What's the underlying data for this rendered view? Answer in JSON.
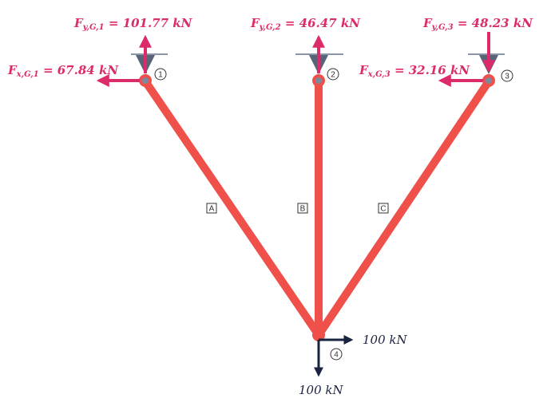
{
  "nodes": [
    {
      "id": "1",
      "label": "1"
    },
    {
      "id": "2",
      "label": "2"
    },
    {
      "id": "3",
      "label": "3"
    },
    {
      "id": "4",
      "label": "4"
    }
  ],
  "members": [
    {
      "id": "A",
      "label": "A",
      "from": "1",
      "to": "4"
    },
    {
      "id": "B",
      "label": "B",
      "from": "2",
      "to": "4"
    },
    {
      "id": "C",
      "label": "C",
      "from": "3",
      "to": "4"
    }
  ],
  "reactions": {
    "fy1": {
      "symbol": "F",
      "sub": "y,G,1",
      "text": " = 101.77 kN",
      "direction": "up"
    },
    "fx1": {
      "symbol": "F",
      "sub": "x,G,1",
      "text": " = 67.84 kN",
      "direction": "left"
    },
    "fy2": {
      "symbol": "F",
      "sub": "y,G,2",
      "text": " = 46.47 kN",
      "direction": "up"
    },
    "fy3": {
      "symbol": "F",
      "sub": "y,G,3",
      "text": " = 48.23 kN",
      "direction": "down"
    },
    "fx3": {
      "symbol": "F",
      "sub": "x,G,3",
      "text": " = 32.16 kN",
      "direction": "left"
    }
  },
  "loads": {
    "horizontal": {
      "label": "100 kN",
      "direction": "right"
    },
    "vertical": {
      "label": "100 kN",
      "direction": "down"
    }
  },
  "colors": {
    "member": "#f0504a",
    "reaction": "#dc2b6b",
    "load": "#1a2340",
    "support": "#5a6478",
    "pin": "#7a8aa0"
  }
}
